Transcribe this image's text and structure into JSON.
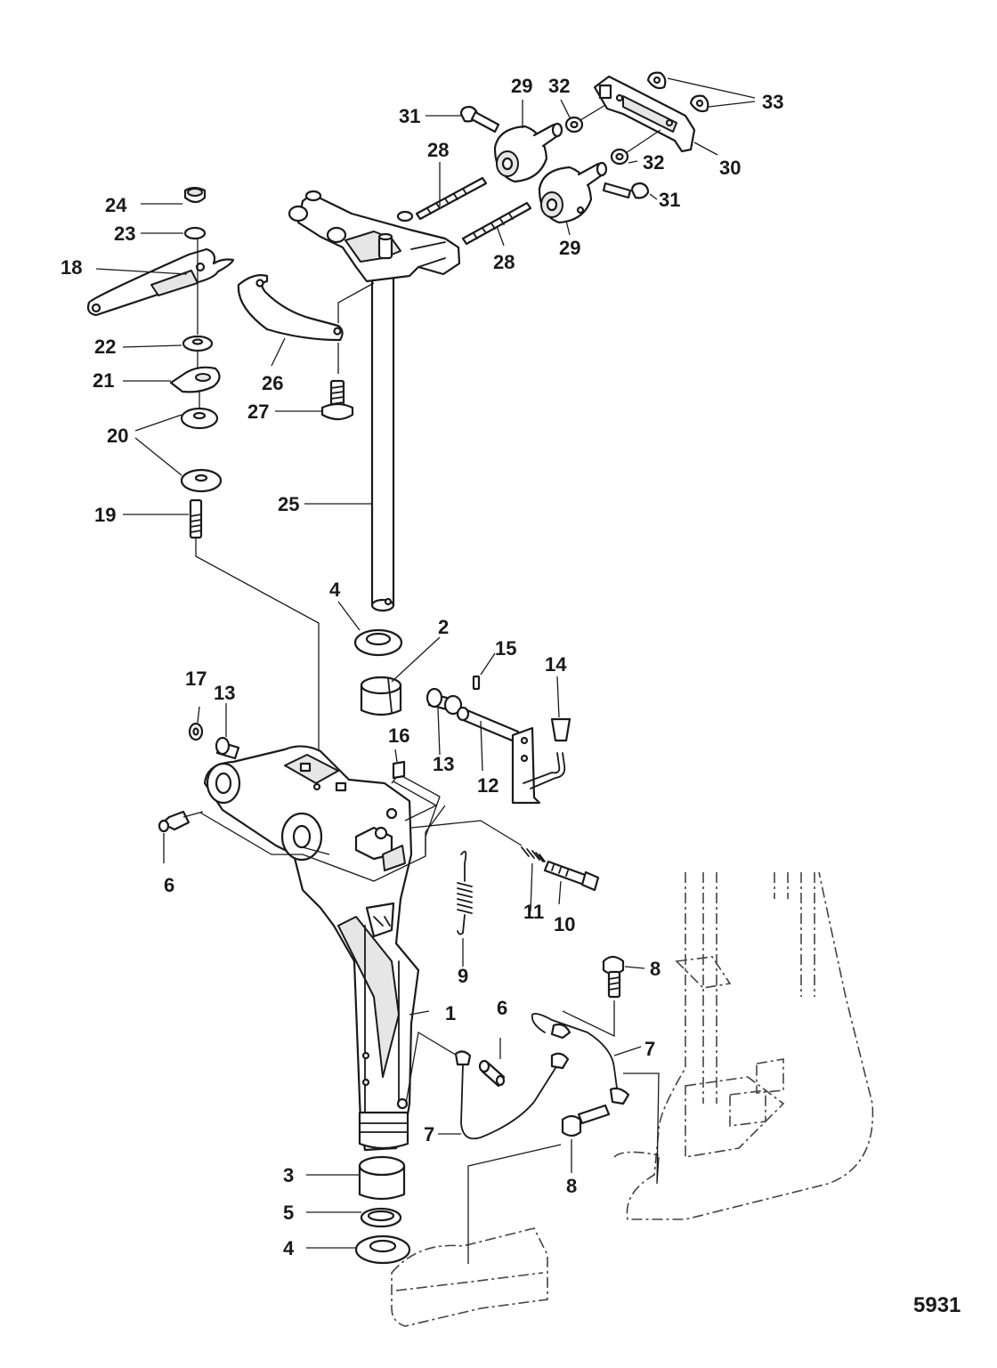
{
  "figure_number": "5931",
  "callouts": [
    {
      "id": "c1",
      "label": "1"
    },
    {
      "id": "c2",
      "label": "2"
    },
    {
      "id": "c3",
      "label": "3"
    },
    {
      "id": "c4a",
      "label": "4"
    },
    {
      "id": "c4b",
      "label": "4"
    },
    {
      "id": "c5",
      "label": "5"
    },
    {
      "id": "c6a",
      "label": "6"
    },
    {
      "id": "c6b",
      "label": "6"
    },
    {
      "id": "c7a",
      "label": "7"
    },
    {
      "id": "c7b",
      "label": "7"
    },
    {
      "id": "c8a",
      "label": "8"
    },
    {
      "id": "c8b",
      "label": "8"
    },
    {
      "id": "c9",
      "label": "9"
    },
    {
      "id": "c10",
      "label": "10"
    },
    {
      "id": "c11",
      "label": "11"
    },
    {
      "id": "c12",
      "label": "12"
    },
    {
      "id": "c13a",
      "label": "13"
    },
    {
      "id": "c13b",
      "label": "13"
    },
    {
      "id": "c14",
      "label": "14"
    },
    {
      "id": "c15",
      "label": "15"
    },
    {
      "id": "c16",
      "label": "16"
    },
    {
      "id": "c17",
      "label": "17"
    },
    {
      "id": "c18",
      "label": "18"
    },
    {
      "id": "c19",
      "label": "19"
    },
    {
      "id": "c20",
      "label": "20"
    },
    {
      "id": "c21",
      "label": "21"
    },
    {
      "id": "c22",
      "label": "22"
    },
    {
      "id": "c23",
      "label": "23"
    },
    {
      "id": "c24",
      "label": "24"
    },
    {
      "id": "c25",
      "label": "25"
    },
    {
      "id": "c26",
      "label": "26"
    },
    {
      "id": "c27",
      "label": "27"
    },
    {
      "id": "c28a",
      "label": "28"
    },
    {
      "id": "c28b",
      "label": "28"
    },
    {
      "id": "c29a",
      "label": "29"
    },
    {
      "id": "c29b",
      "label": "29"
    },
    {
      "id": "c30",
      "label": "30"
    },
    {
      "id": "c31a",
      "label": "31"
    },
    {
      "id": "c31b",
      "label": "31"
    },
    {
      "id": "c32a",
      "label": "32"
    },
    {
      "id": "c32b",
      "label": "32"
    },
    {
      "id": "c33",
      "label": "33"
    }
  ]
}
